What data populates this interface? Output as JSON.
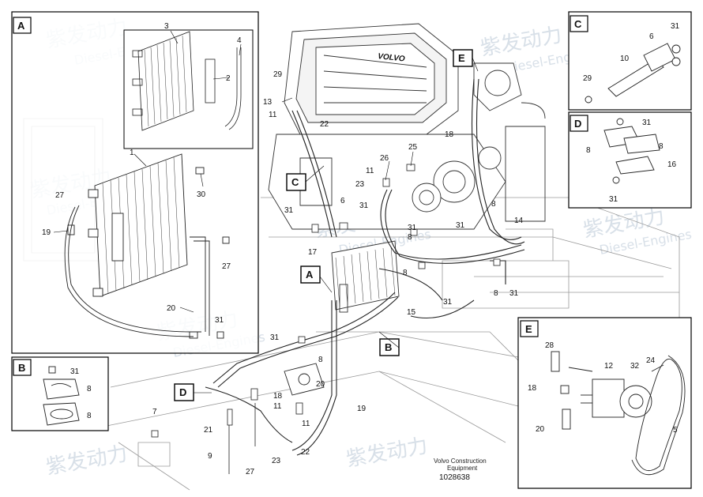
{
  "document": {
    "caption_line1": "Volvo Construction",
    "caption_line2": "Equipment",
    "drawing_number": "1028638"
  },
  "watermark": {
    "cn": "紫发动力",
    "en": "Diesel-Engines"
  },
  "callouts": {
    "A": "A",
    "B": "B",
    "C": "C",
    "D": "D",
    "E": "E"
  },
  "parts": {
    "p1": "1",
    "p2": "2",
    "p3": "3",
    "p4": "4",
    "p5": "5",
    "p6": "6",
    "p7": "7",
    "p8": "8",
    "p9": "9",
    "p10": "10",
    "p11": "11",
    "p12": "12",
    "p13": "13",
    "p14": "14",
    "p15": "15",
    "p16": "16",
    "p17": "17",
    "p18": "18",
    "p19": "19",
    "p20": "20",
    "p21": "21",
    "p22": "22",
    "p23": "23",
    "p24": "24",
    "p25": "25",
    "p26": "26",
    "p27": "27",
    "p28": "28",
    "p29": "29",
    "p30": "30",
    "p31": "31",
    "p32": "32"
  },
  "engine_badge": "VOLVO"
}
